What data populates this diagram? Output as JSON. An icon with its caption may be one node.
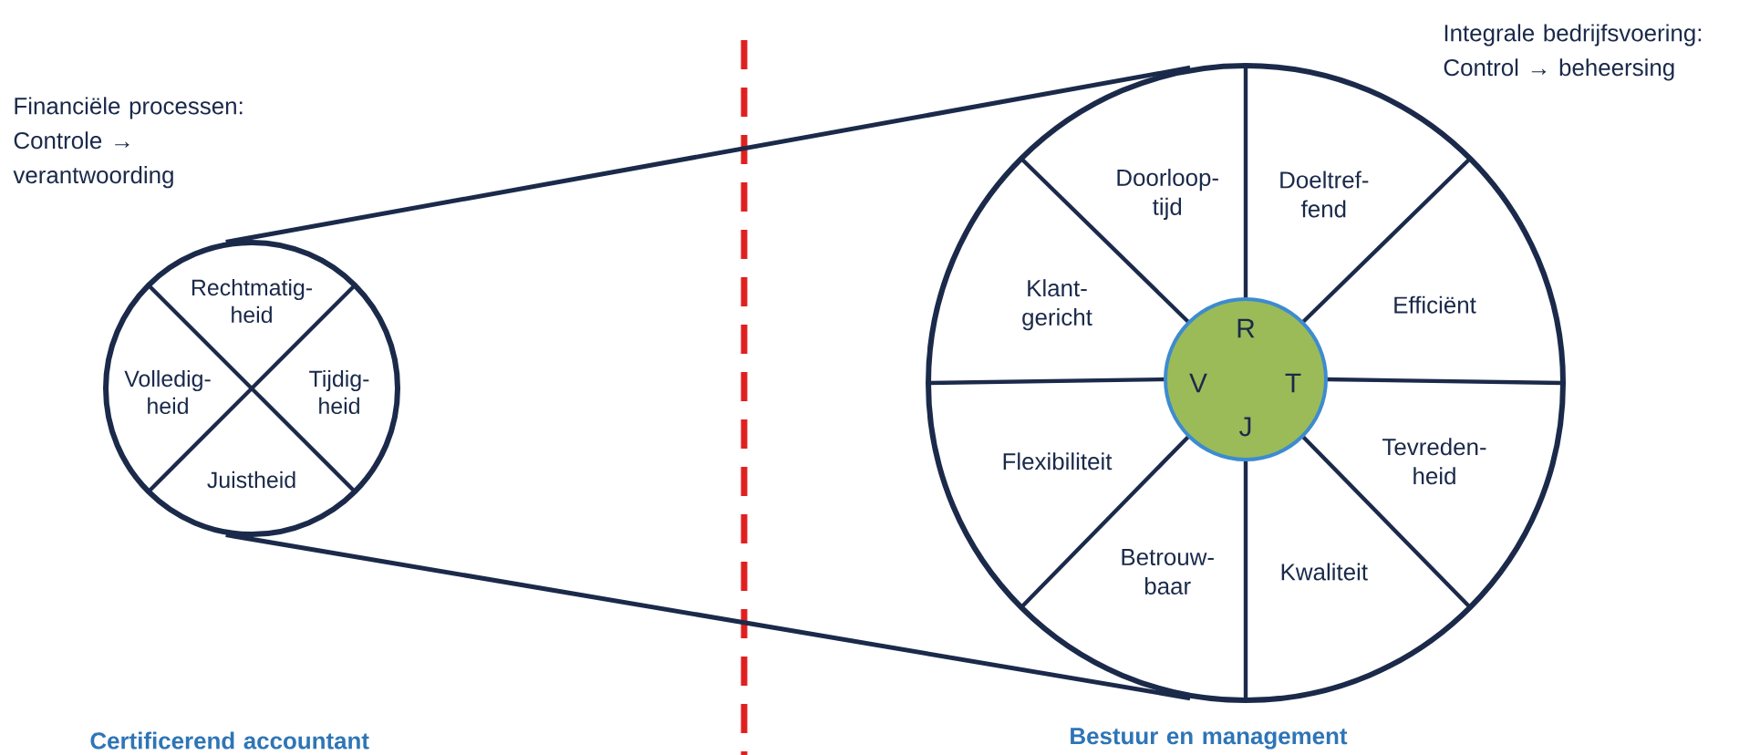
{
  "diagram": {
    "nodes": [
      {
        "text": [],
        "shape": "circle"
      },
      {
        "text": [
          "Rechtmatig- heid"
        ],
        "in": 0
      },
      {
        "text": [
          "Volledig- heid"
        ],
        "in": 0
      },
      {
        "text": [
          "Tijdig- heid"
        ],
        "in": 0
      },
      {
        "text": [
          "Juistheid"
        ],
        "in": 0
      },
      {
        "text": [],
        "shape": "circle"
      },
      {
        "text": [
          "Doorloop- tijd"
        ],
        "in": 5
      },
      {
        "text": [
          "Doeltref- fend"
        ],
        "in": 5
      },
      {
        "text": [
          "Klant- gericht"
        ],
        "in": 5
      },
      {
        "text": [
          "Efficiënt"
        ],
        "in": 5
      },
      {
        "text": [
          "Flexibiliteit"
        ],
        "in": 5
      },
      {
        "text": [
          "Tevreden- heid"
        ],
        "in": 5
      },
      {
        "text": [
          "Betrouw- baar"
        ],
        "in": 5
      },
      {
        "text": [
          "Kwaliteit"
        ],
        "in": 5
      },
      {
        "text": [
          "R",
          "V",
          "T",
          "J"
        ],
        "in": 5
      }
    ],
    "edges": [
      {
        "from": 0,
        "to": 5,
        "arrow": "none"
      },
      {
        "from": 0,
        "to": 5,
        "arrow": "none"
      }
    ],
    "labels": [
      "Financiële processen: Controle → verantwoording",
      "Integrale bedrijfsvoering: Control → beheersing",
      "Certificerend accountant",
      "Bestuur en management"
    ]
  }
}
